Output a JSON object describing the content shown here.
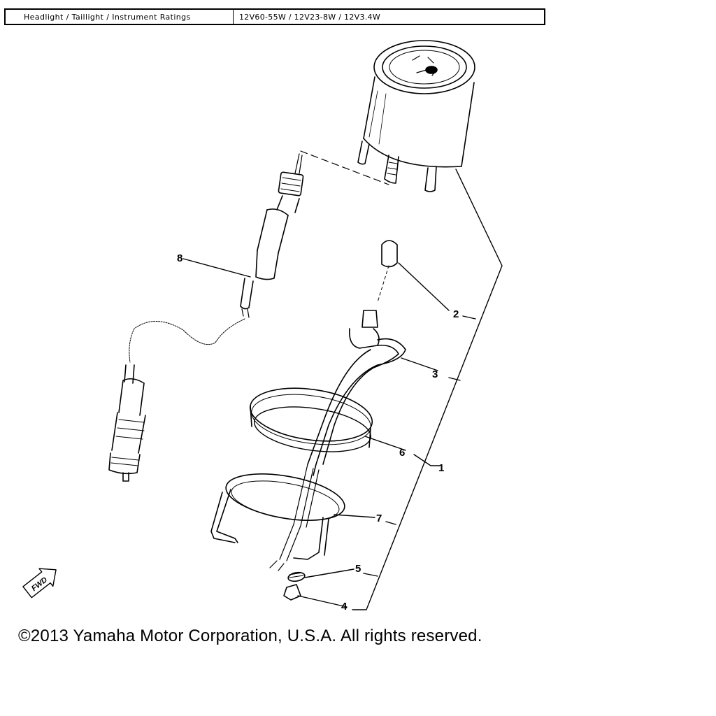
{
  "ratings": {
    "label": "Headlight / Taillight / Instrument Ratings",
    "value": "12V60-55W / 12V23-8W / 12V3.4W"
  },
  "callouts": [
    "1",
    "2",
    "3",
    "4",
    "5",
    "6",
    "7",
    "8"
  ],
  "fwd_marker": "FWD",
  "copyright": "©2013 Yamaha Motor Corporation, U.S.A. All rights reserved."
}
